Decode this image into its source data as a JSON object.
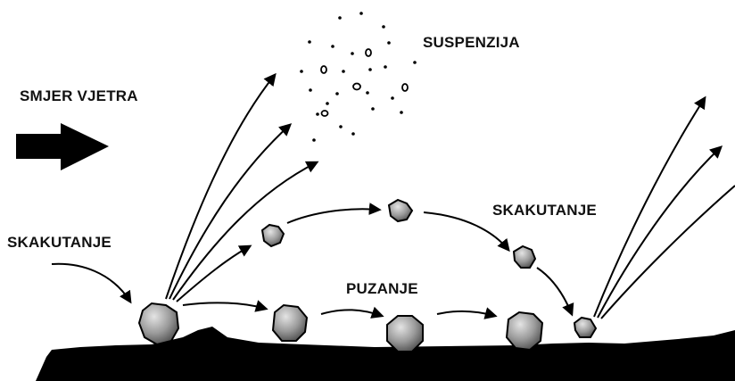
{
  "labels": {
    "wind_direction": "SMJER VJETRA",
    "suspension": "SUSPENZIJA",
    "saltation_left": "SKAKUTANJE",
    "saltation_right": "SKAKUTANJE",
    "surface_creep": "PUZANJE"
  },
  "icons": {
    "wind_arrow": "wind-direction-arrow-icon"
  },
  "colors": {
    "ground": "#000000",
    "particle_light": "#d6d6d6",
    "particle_dark": "#5e5e5e",
    "text": "#111111"
  }
}
